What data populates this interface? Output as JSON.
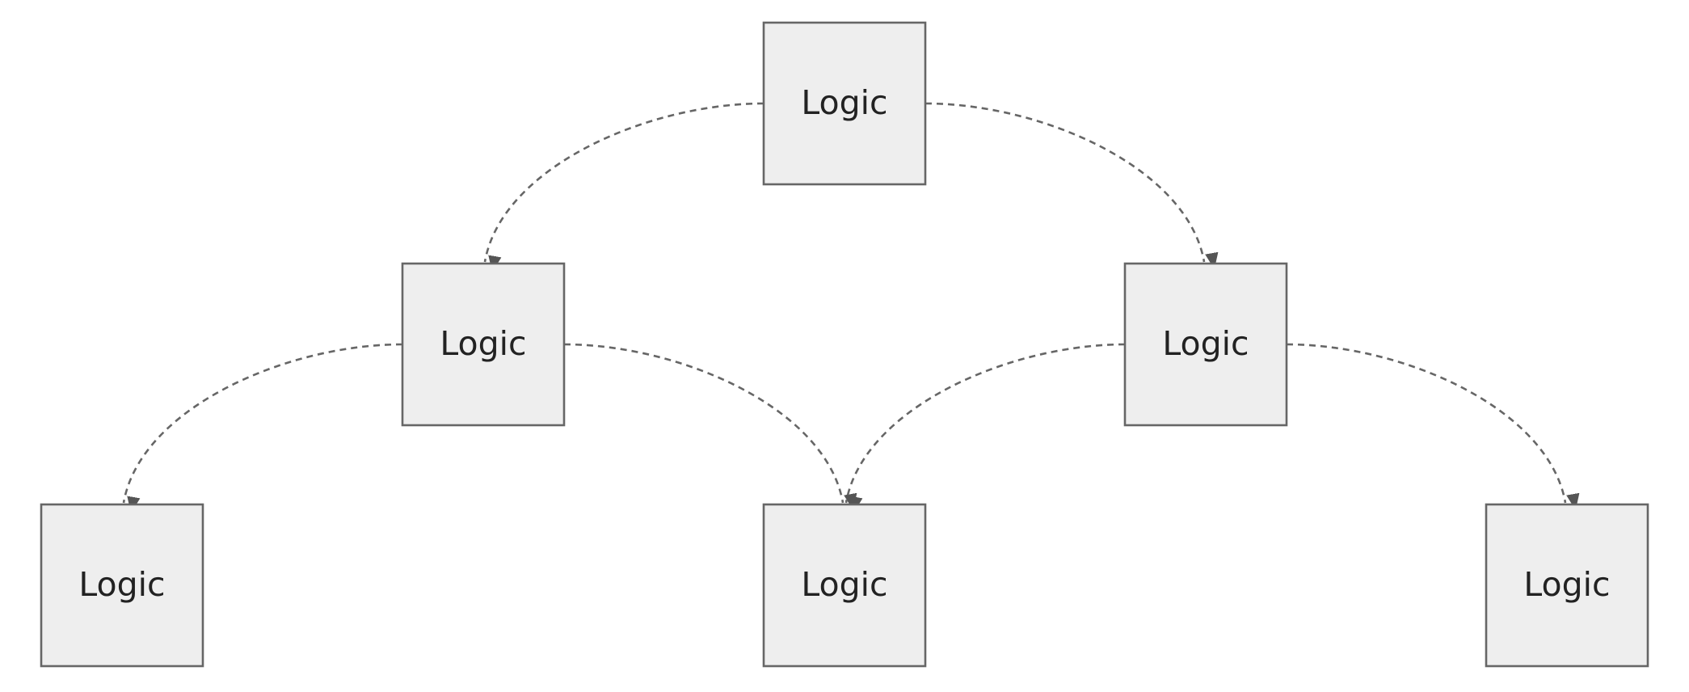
{
  "diagram": {
    "nodes": [
      {
        "id": "n1",
        "label": "Logic"
      },
      {
        "id": "n2",
        "label": "Logic"
      },
      {
        "id": "n3",
        "label": "Logic"
      },
      {
        "id": "n4",
        "label": "Logic"
      },
      {
        "id": "n5",
        "label": "Logic"
      },
      {
        "id": "n6",
        "label": "Logic"
      }
    ],
    "edges": [
      {
        "from": "n1",
        "to": "n2",
        "style": "dashed"
      },
      {
        "from": "n1",
        "to": "n3",
        "style": "dashed"
      },
      {
        "from": "n2",
        "to": "n4",
        "style": "dashed"
      },
      {
        "from": "n2",
        "to": "n5",
        "style": "dashed"
      },
      {
        "from": "n3",
        "to": "n5",
        "style": "dashed"
      },
      {
        "from": "n3",
        "to": "n6",
        "style": "dashed"
      }
    ],
    "colors": {
      "node_fill": "#eeeeee",
      "node_stroke": "#666666",
      "edge_stroke": "#666666",
      "label_text": "#222222"
    }
  }
}
